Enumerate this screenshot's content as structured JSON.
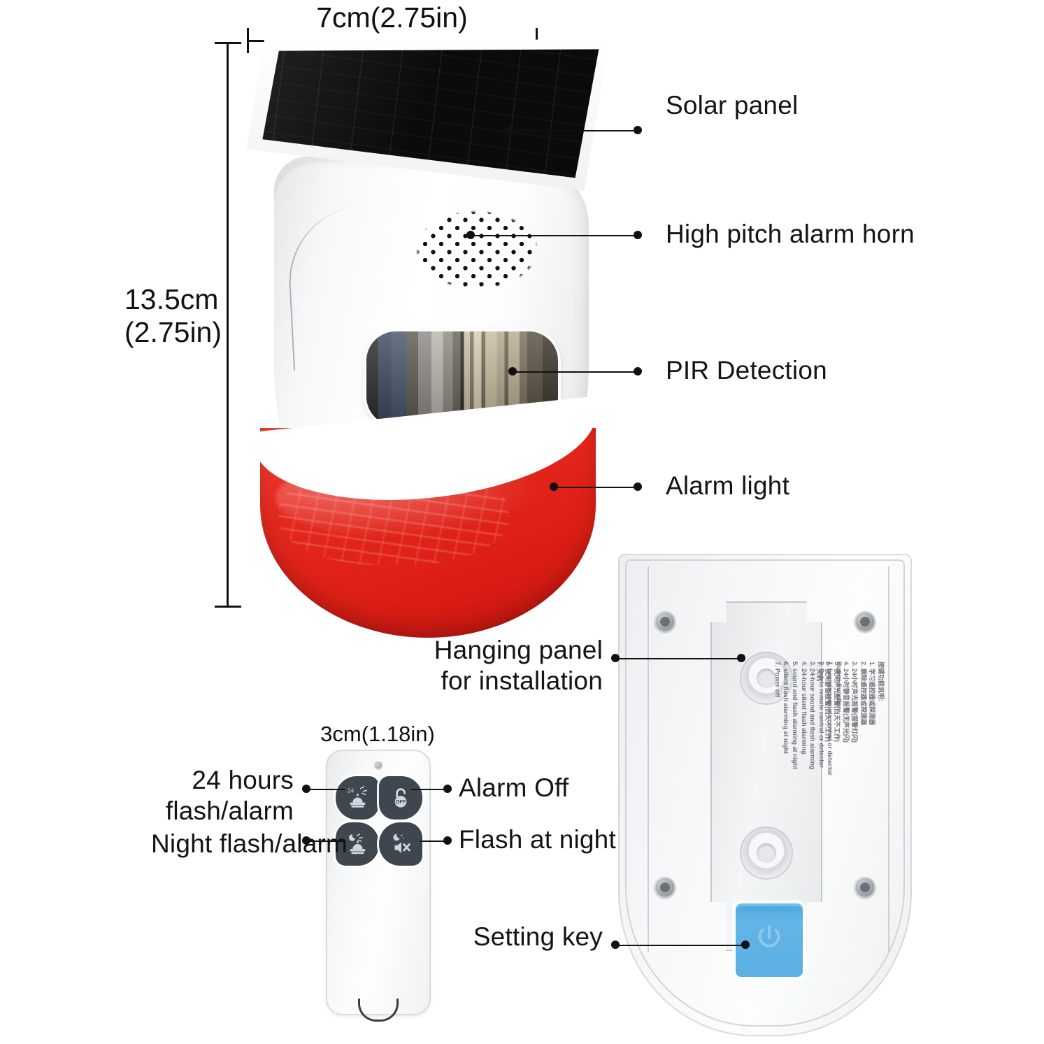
{
  "dimensions": {
    "width_label": "7cm(2.75in)",
    "height_label": "13.5cm\n(2.75in)",
    "remote_width_label": "3cm(1.18in)"
  },
  "device_callouts": [
    {
      "id": "solar-panel",
      "label": "Solar panel"
    },
    {
      "id": "alarm-horn",
      "label": "High pitch alarm horn"
    },
    {
      "id": "pir-detection",
      "label": "PIR Detection"
    },
    {
      "id": "alarm-light",
      "label": "Alarm light"
    }
  ],
  "back_callouts": [
    {
      "id": "hanging-panel",
      "label": "Hanging panel\nfor installation"
    },
    {
      "id": "setting-key",
      "label": "Setting key"
    }
  ],
  "remote_callouts_left": [
    {
      "id": "24h-flash-alarm",
      "label": "24 hours\nflash/alarm",
      "icon": "siren-24h-icon"
    },
    {
      "id": "night-flash-alarm",
      "label": "Night flash/alarm",
      "icon": "moon-siren-icon"
    }
  ],
  "remote_callouts_right": [
    {
      "id": "alarm-off",
      "label": "Alarm Off",
      "icon": "padlock-off-icon"
    },
    {
      "id": "flash-at-night",
      "label": "Flash at night",
      "icon": "moon-mute-icon"
    }
  ],
  "back_panel_spec": {
    "english_heading": "Button Function",
    "english_items": [
      "1. Learning remote control or detector",
      "2. Delete remote control or detector",
      "3. 24-hour sound and flash alarming",
      "4. 24-hour silent flash alarming",
      "5. sound and flash alarming at night",
      "6. silent flash alarming at night",
      "7. Power off"
    ],
    "chinese_heading": "按键功能说明:",
    "chinese_items": [
      "1. 学习遥控器或探测器",
      "2. 删除遥控器或探测器",
      "3. 24小时声光报警(报警灯闪)",
      "4. 24小时静音报警(无声光闪)",
      "5. 夜间声光报警(白天不工作)",
      "6. 夜间静音报警(白天不工作)",
      "7. 关机"
    ]
  },
  "colors": {
    "alarm_red": "#e5281d",
    "setting_key_blue": "#5cb0e4",
    "solar_black": "#0b0b0d",
    "button_dark": "#3e4750",
    "line_black": "#111111"
  }
}
